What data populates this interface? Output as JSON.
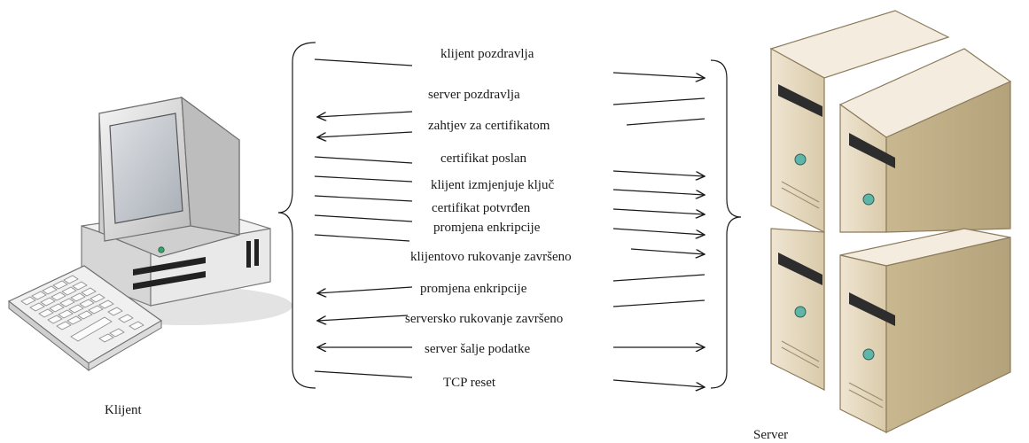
{
  "client": {
    "label": "Klijent"
  },
  "server": {
    "label": "Server"
  },
  "messages": [
    {
      "text": "klijent pozdravlja",
      "direction": "to-server"
    },
    {
      "text": "server pozdravlja",
      "direction": "to-client"
    },
    {
      "text": "zahtjev za certifikatom",
      "direction": "to-client"
    },
    {
      "text": "certifikat poslan",
      "direction": "to-server"
    },
    {
      "text": "klijent izmjenjuje ključ",
      "direction": "to-server"
    },
    {
      "text": "certifikat potvrđen",
      "direction": "to-server"
    },
    {
      "text": "promjena enkripcije",
      "direction": "to-server"
    },
    {
      "text": "klijentovo rukovanje završeno",
      "direction": "to-server"
    },
    {
      "text": "promjena enkripcije",
      "direction": "to-client"
    },
    {
      "text": "serversko rukovanje završeno",
      "direction": "to-client"
    },
    {
      "text": "server šalje podatke",
      "direction": "both"
    },
    {
      "text": "TCP reset",
      "direction": "to-server"
    }
  ],
  "colors": {
    "line": "#1a1a1a",
    "server_body": "#e8dcc4",
    "server_side": "#cbb995",
    "server_top": "#f3ecdd",
    "monitor_body": "#e6e6e6",
    "screen": "#c8ccd2",
    "led": "#3aa36a"
  }
}
